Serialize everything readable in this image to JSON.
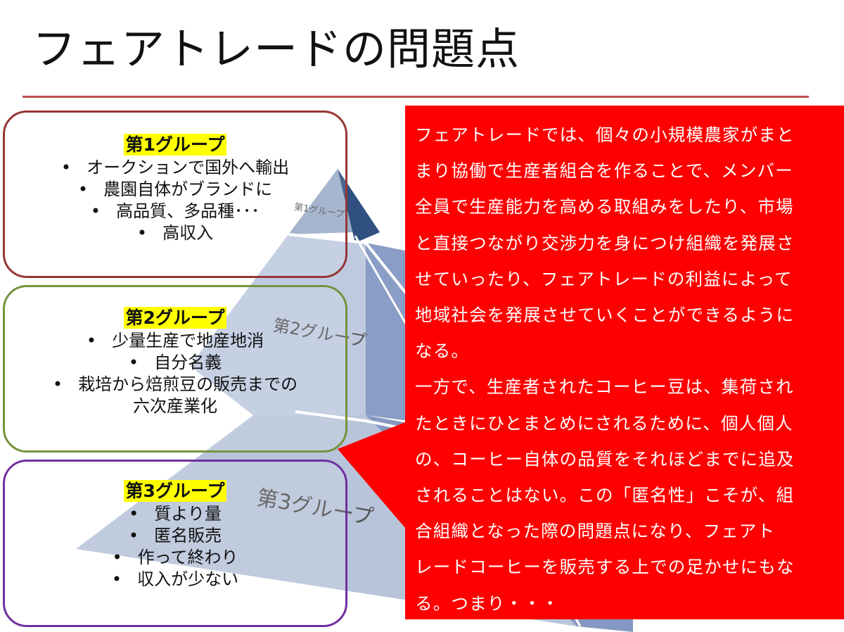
{
  "slide": {
    "title": "フェアトレードの問題点"
  },
  "colors": {
    "rule": "#c0504d",
    "callout_fill": "#ff0000",
    "group1_border": "#953735",
    "group2_border": "#77933c",
    "group3_border": "#7030a0",
    "highlight": "#ffff00",
    "pyramid_top": "#2e4e7e",
    "pyramid_mid": "#8da2c9"
  },
  "pyramid": {
    "tier1_label": "第1グループ",
    "tier2_label": "第2グループ",
    "tier3_label": "第3グループ"
  },
  "groups": [
    {
      "title": "第1グループ",
      "items": [
        "オークションで国外へ輸出",
        "農園自体がブランドに",
        "高品質、多品種･･･",
        "高収入"
      ]
    },
    {
      "title": "第2グループ",
      "items": [
        "少量生産で地産地消",
        "自分名義",
        "栽培から焙煎豆の販売までの",
        "六次産業化"
      ]
    },
    {
      "title": "第3グループ",
      "items": [
        "質より量",
        "匿名販売",
        "作って終わり",
        "収入が少ない"
      ]
    }
  ],
  "callout": {
    "lines": [
      "フェアトレードでは、個々の小規模農家がまと",
      "まり協働で生産者組合を作ることで、メンバー",
      "全員で生産能力を高める取組みをしたり、市場",
      "と直接つながり交渉力を身につけ組織を発展さ",
      "せていったり、フェアトレードの利益によって",
      "地域社会を発展させていくことができるように",
      "なる。",
      "一方で、生産者されたコーヒー豆は、集荷され",
      "たときにひとまとめにされるために、個人個人",
      "の、コーヒー自体の品質をそれほどまでに追及",
      "されることはない。この「匿名性」こそが、組",
      "合組織となった際の問題点になり、フェアト",
      "レードコーヒーを販売する上での足かせにもな",
      "る。つまり・・・"
    ]
  }
}
